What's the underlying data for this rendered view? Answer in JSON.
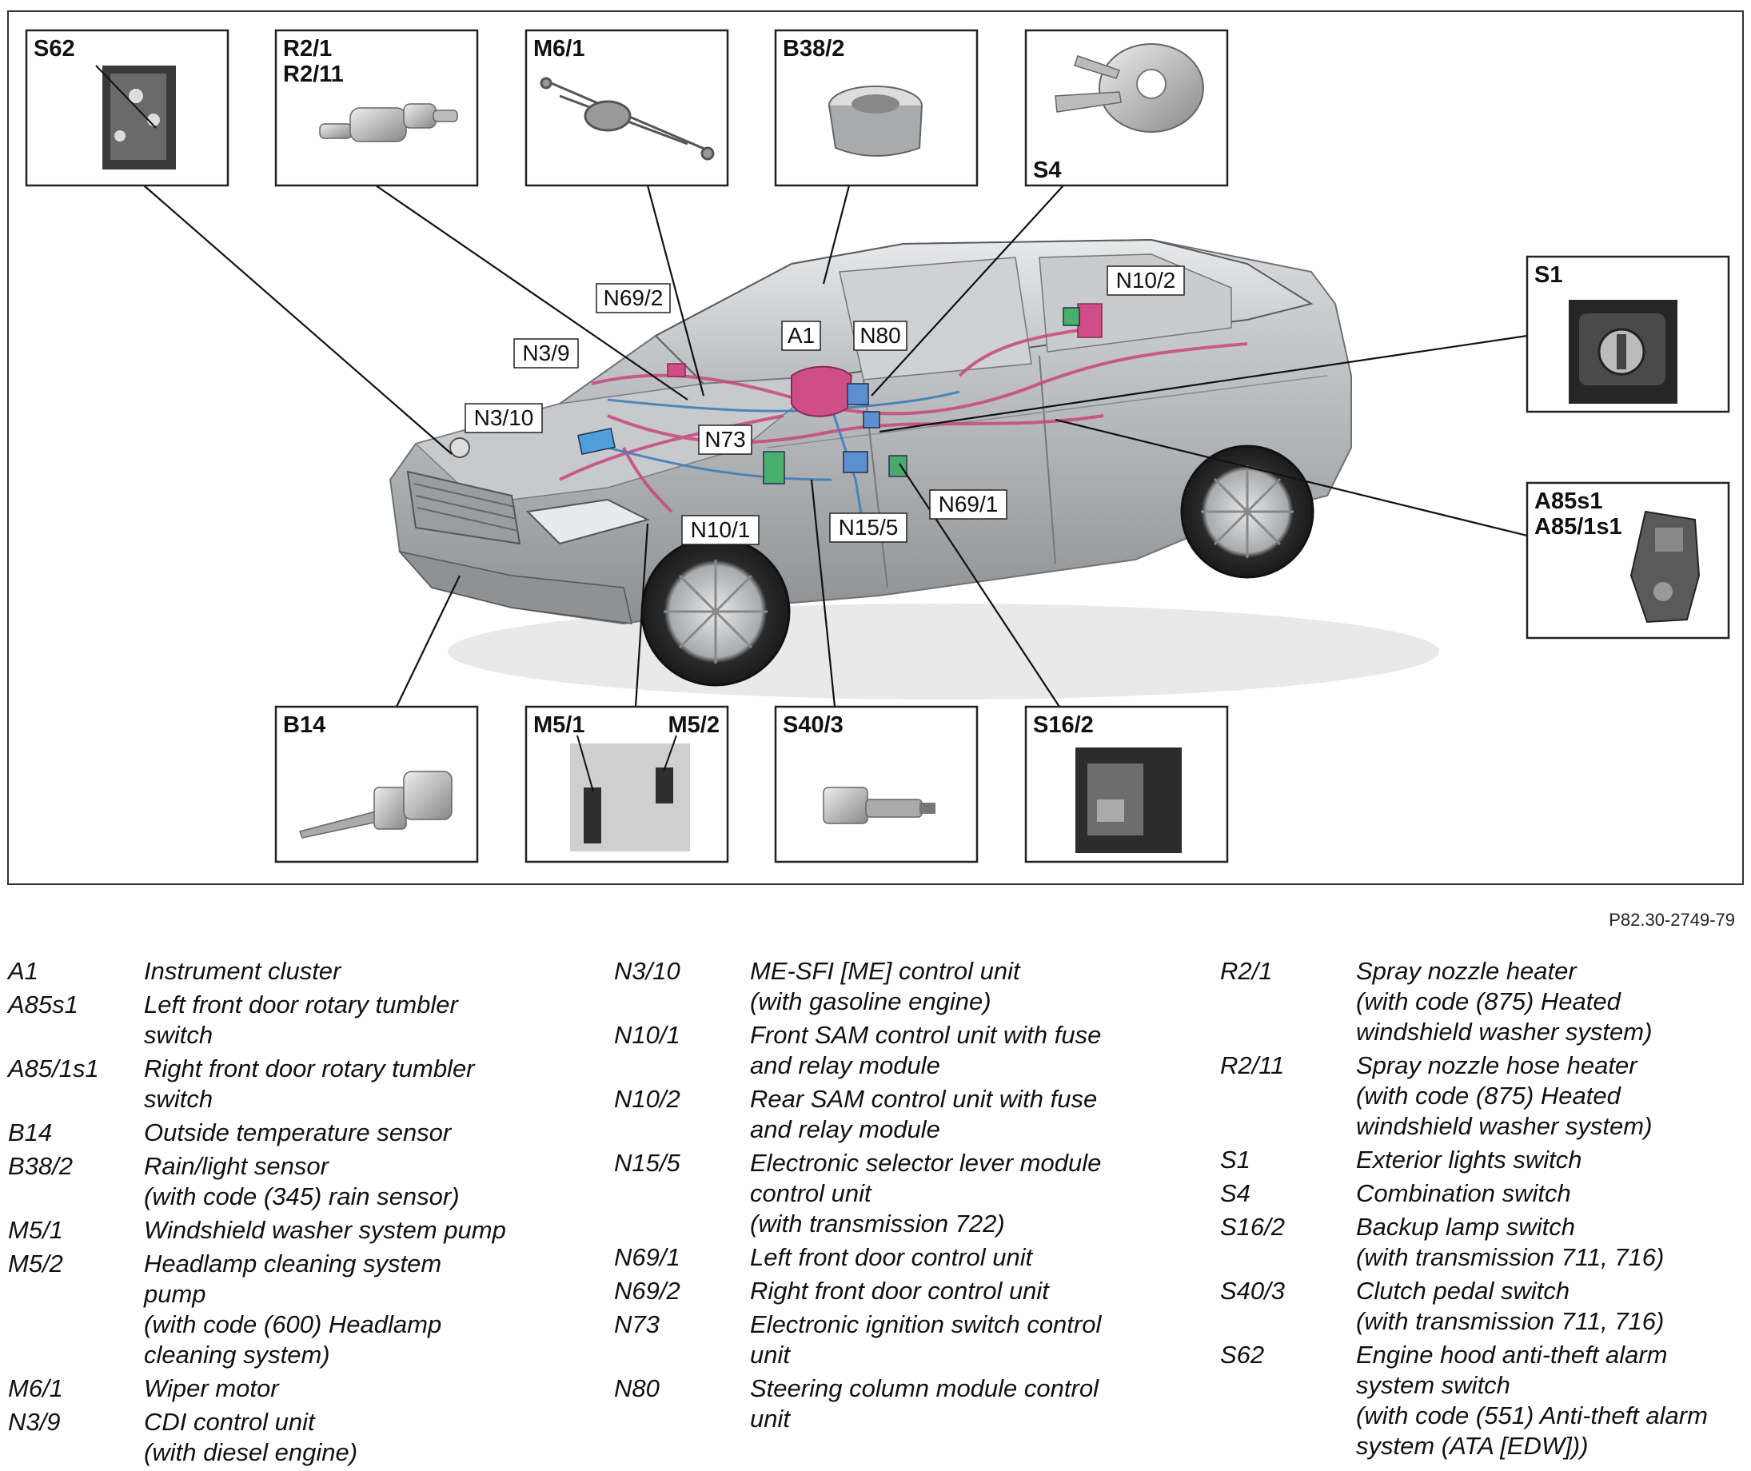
{
  "figure_id": "P82.30-2749-79",
  "callouts": {
    "s62": "S62",
    "r2_1": "R2/1",
    "r2_11": "R2/11",
    "m6_1": "M6/1",
    "b38_2": "B38/2",
    "s4": "S4",
    "s1": "S1",
    "a85s1": "A85s1",
    "a85_1s1": "A85/1s1",
    "b14": "B14",
    "m5_1": "M5/1",
    "m5_2": "M5/2",
    "s40_3": "S40/3",
    "s16_2": "S16/2"
  },
  "car_labels": {
    "n69_2": "N69/2",
    "n3_9": "N3/9",
    "a1": "A1",
    "n80": "N80",
    "n10_2": "N10/2",
    "n3_10": "N3/10",
    "n73": "N73",
    "n10_1": "N10/1",
    "n15_5": "N15/5",
    "n69_1": "N69/1"
  },
  "legend": {
    "col1": [
      {
        "code": "A1",
        "desc": "Instrument cluster"
      },
      {
        "code": "A85s1",
        "desc": "Left front door rotary tumbler\nswitch"
      },
      {
        "code": "A85/1s1",
        "desc": "Right front door rotary tumbler\nswitch"
      },
      {
        "code": "B14",
        "desc": "Outside temperature sensor"
      },
      {
        "code": "B38/2",
        "desc": "Rain/light sensor\n(with code (345) rain sensor)"
      },
      {
        "code": "M5/1",
        "desc": "Windshield washer system pump"
      },
      {
        "code": "M5/2",
        "desc": "Headlamp cleaning system\npump\n(with code (600) Headlamp\ncleaning system)"
      },
      {
        "code": "M6/1",
        "desc": "Wiper motor"
      },
      {
        "code": "N3/9",
        "desc": "CDI control unit\n(with diesel engine)"
      }
    ],
    "col2": [
      {
        "code": "N3/10",
        "desc": "ME-SFI [ME] control unit\n(with gasoline engine)"
      },
      {
        "code": "N10/1",
        "desc": "Front SAM control unit with fuse\nand relay module"
      },
      {
        "code": "N10/2",
        "desc": "Rear SAM control unit with fuse\nand relay module"
      },
      {
        "code": "N15/5",
        "desc": "Electronic selector lever module\ncontrol unit\n(with transmission 722)"
      },
      {
        "code": "N69/1",
        "desc": "Left front door control unit"
      },
      {
        "code": "N69/2",
        "desc": "Right front door control unit"
      },
      {
        "code": "N73",
        "desc": "Electronic ignition switch control\nunit"
      },
      {
        "code": "N80",
        "desc": "Steering column module control\nunit"
      }
    ],
    "col3": [
      {
        "code": "R2/1",
        "desc": "Spray nozzle heater\n(with code (875) Heated\nwindshield washer system)"
      },
      {
        "code": "R2/11",
        "desc": "Spray nozzle hose heater\n(with code (875) Heated\nwindshield washer system)"
      },
      {
        "code": "S1",
        "desc": "Exterior lights switch"
      },
      {
        "code": "S4",
        "desc": "Combination switch"
      },
      {
        "code": "S16/2",
        "desc": "Backup lamp switch\n(with transmission 711,  716)"
      },
      {
        "code": "S40/3",
        "desc": "Clutch pedal switch\n(with transmission 711, 716)"
      },
      {
        "code": "S62",
        "desc": "Engine hood anti-theft alarm\nsystem switch\n(with code (551) Anti-theft alarm\nsystem (ATA [EDW]))"
      }
    ]
  }
}
